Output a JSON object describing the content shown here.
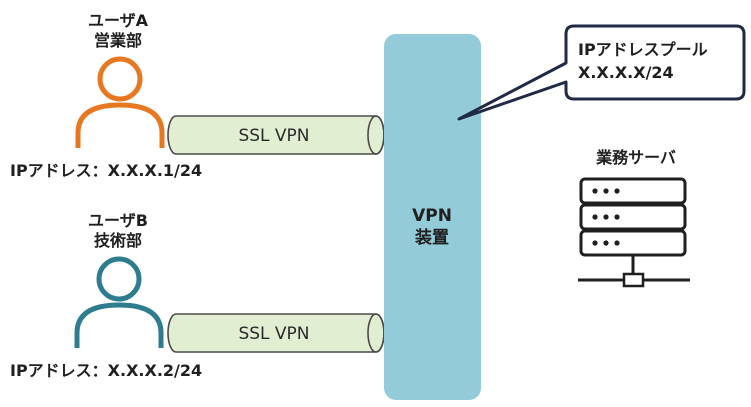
{
  "user_a": {
    "name": "ユーザA",
    "department": "営業部",
    "ip_label": "IPアドレス：X.X.X.1/24",
    "color": "#e87722"
  },
  "user_b": {
    "name": "ユーザB",
    "department": "技術部",
    "ip_label": "IPアドレス：X.X.X.2/24",
    "color": "#2e7d8f"
  },
  "tunnel_a": {
    "label": "SSL VPN"
  },
  "tunnel_b": {
    "label": "SSL VPN"
  },
  "tunnel_color": "#e2eed2",
  "vpn_device": {
    "line1": "VPN",
    "line2": "装置",
    "color": "#94cbd9"
  },
  "ip_pool": {
    "line1": "IPアドレスプール",
    "line2": "X.X.X.X/24"
  },
  "server": {
    "label": "業務サーバ"
  }
}
